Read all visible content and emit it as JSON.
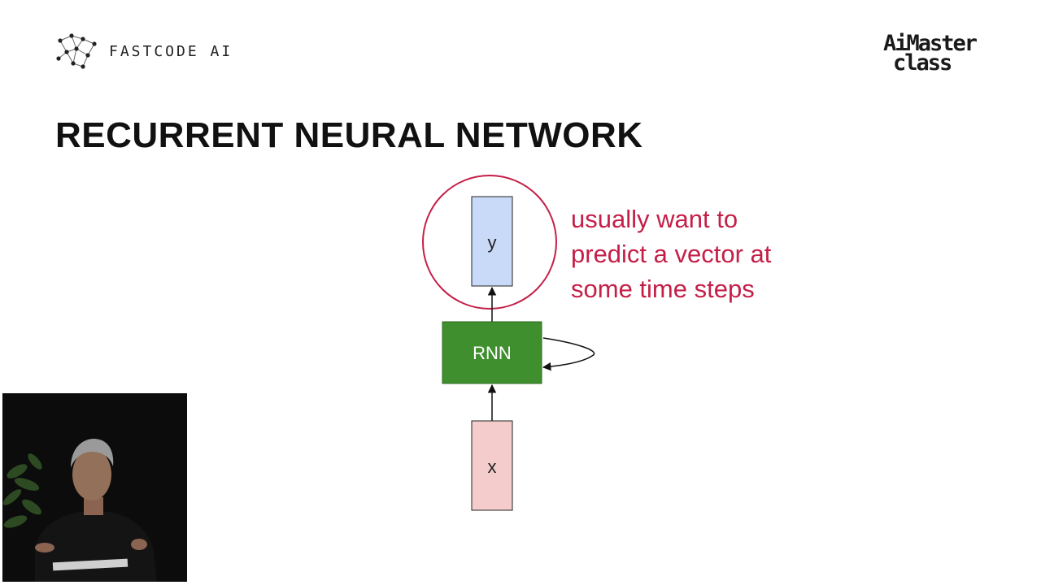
{
  "header": {
    "brand_left": "FASTCODE AI",
    "brand_right_line1": "AiMaster",
    "brand_right_line2": "class"
  },
  "slide": {
    "title": "RECURRENT NEURAL NETWORK"
  },
  "diagram": {
    "output_label": "y",
    "rnn_label": "RNN",
    "input_label": "x",
    "annotation_lines": [
      "usually want to",
      "predict a vector at",
      "some time steps"
    ]
  },
  "colors": {
    "output_fill": "#c9daf8",
    "rnn_fill": "#3f8f2f",
    "input_fill": "#f4cccc",
    "highlight": "#c51e47"
  },
  "presenter": {
    "icon": "presenter-video-icon"
  }
}
